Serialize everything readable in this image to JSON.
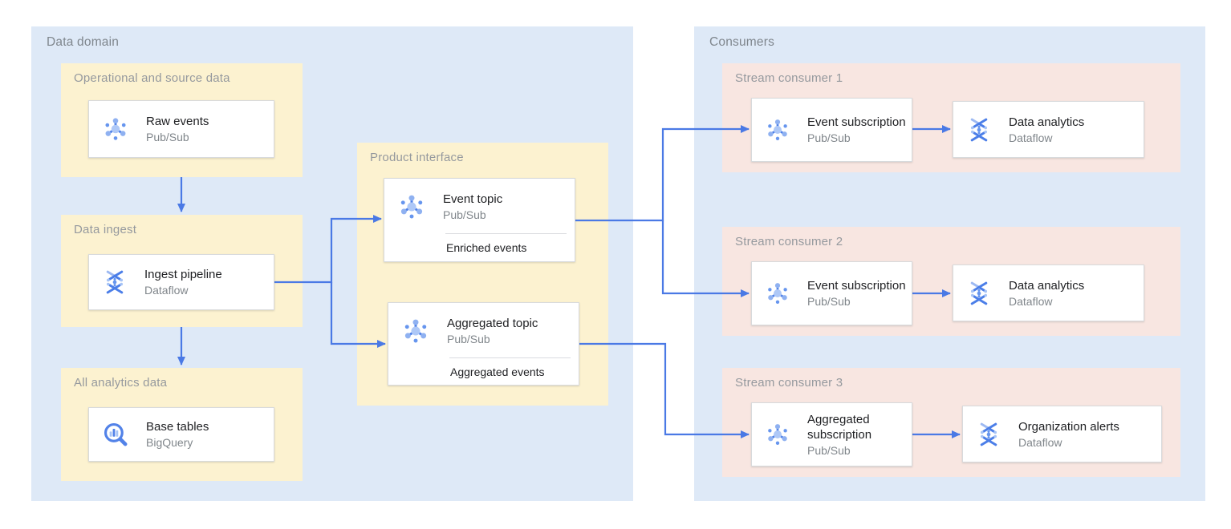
{
  "colors": {
    "panel_blue": "#dee9f7",
    "group_yellow": "#fcf2d0",
    "group_pink": "#f8e6e1",
    "card_border": "#d8dadc",
    "arrow_blue": "#4a79e5",
    "title_text": "#202124",
    "subtitle_text": "#80868b",
    "label_text": "#95999e"
  },
  "data_domain": {
    "label": "Data domain",
    "operational": {
      "label": "Operational and source data",
      "card": {
        "icon": "pubsub-icon",
        "title": "Raw events",
        "product": "Pub/Sub"
      }
    },
    "ingest": {
      "label": "Data ingest",
      "card": {
        "icon": "dataflow-icon",
        "title": "Ingest pipeline",
        "product": "Dataflow"
      }
    },
    "analytics": {
      "label": "All analytics data",
      "card": {
        "icon": "bigquery-icon",
        "title": "Base tables",
        "product": "BigQuery"
      }
    },
    "product_interface": {
      "label": "Product interface",
      "event_topic": {
        "icon": "pubsub-icon",
        "title": "Event topic",
        "product": "Pub/Sub",
        "note": "Enriched events"
      },
      "aggregated_topic": {
        "icon": "pubsub-icon",
        "title": "Aggregated topic",
        "product": "Pub/Sub",
        "note": "Aggregated events"
      }
    }
  },
  "consumers": {
    "label": "Consumers",
    "groups": [
      {
        "label": "Stream consumer 1",
        "subscription": {
          "icon": "pubsub-icon",
          "title": "Event subscription",
          "product": "Pub/Sub"
        },
        "processor": {
          "icon": "dataflow-icon",
          "title": "Data analytics",
          "product": "Dataflow"
        }
      },
      {
        "label": "Stream consumer 2",
        "subscription": {
          "icon": "pubsub-icon",
          "title": "Event subscription",
          "product": "Pub/Sub"
        },
        "processor": {
          "icon": "dataflow-icon",
          "title": "Data analytics",
          "product": "Dataflow"
        }
      },
      {
        "label": "Stream consumer 3",
        "subscription": {
          "icon": "pubsub-icon",
          "title": "Aggregated subscription",
          "product": "Pub/Sub"
        },
        "processor": {
          "icon": "dataflow-icon",
          "title": "Organization alerts",
          "product": "Dataflow"
        }
      }
    ]
  },
  "edges": [
    {
      "from": "raw-events",
      "to": "ingest-pipeline"
    },
    {
      "from": "ingest-pipeline",
      "to": "base-tables"
    },
    {
      "from": "ingest-pipeline",
      "to": "event-topic"
    },
    {
      "from": "ingest-pipeline",
      "to": "aggregated-topic"
    },
    {
      "from": "event-topic",
      "to": "event-subscription-1"
    },
    {
      "from": "event-topic",
      "to": "event-subscription-2"
    },
    {
      "from": "aggregated-topic",
      "to": "aggregated-subscription-3"
    },
    {
      "from": "event-subscription-1",
      "to": "data-analytics-1"
    },
    {
      "from": "event-subscription-2",
      "to": "data-analytics-2"
    },
    {
      "from": "aggregated-subscription-3",
      "to": "organization-alerts-3"
    }
  ]
}
